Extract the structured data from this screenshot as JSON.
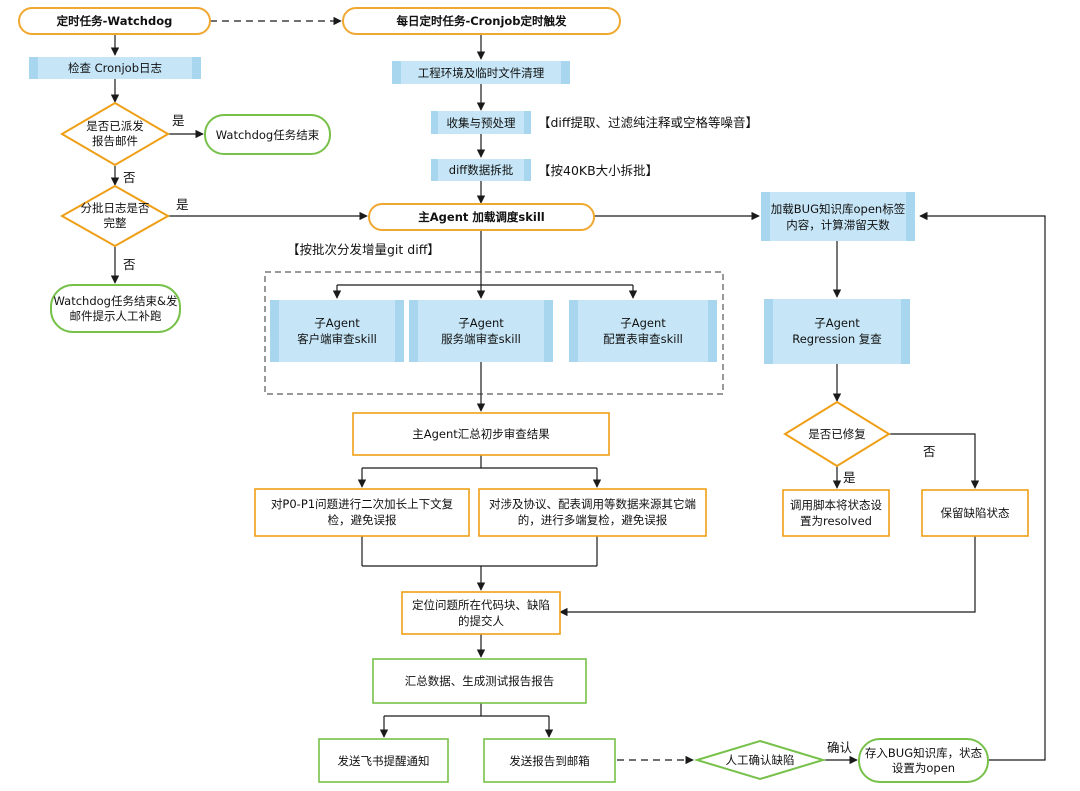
{
  "nodes": {
    "watchdog_start": "定时任务-Watchdog",
    "cron_start": "每日定时任务-Cronjob定时触发",
    "check_log": "检查 Cronjob日志",
    "sent_report_q": [
      "是否已派发",
      "报告邮件"
    ],
    "watchdog_end": "Watchdog任务结束",
    "log_complete_q": [
      "分批日志是否",
      "完整"
    ],
    "watchdog_end_notify": [
      "Watchdog任务结束&发",
      "邮件提示人工补跑"
    ],
    "env_cleanup": "工程环境及临时文件清理",
    "collect_preprocess": "收集与预处理",
    "diff_split": "diff数据拆批",
    "main_agent_load": "主Agent 加载调度skill",
    "load_bug_kb": [
      "加载BUG知识库open标签",
      "内容，计算滞留天数"
    ],
    "sub_agent_client": [
      "子Agent",
      "客户端审查skill"
    ],
    "sub_agent_server": [
      "子Agent",
      "服务端审查skill"
    ],
    "sub_agent_config": [
      "子Agent",
      "配置表审查skill"
    ],
    "regression": [
      "子Agent",
      "Regression 复查"
    ],
    "fixed_q": "是否已修复",
    "set_resolved": [
      "调用脚本将状态设",
      "置为resolved"
    ],
    "keep_defect": "保留缺陷状态",
    "main_agent_summary": "主Agent汇总初步审查结果",
    "p0p1_recheck": [
      "对P0-P1问题进行二次加长上下文复",
      "检，避免误报"
    ],
    "multi_recheck": [
      "对涉及协议、配表调用等数据来源其它端",
      "的，进行多端复检，避免误报"
    ],
    "locate_issue": [
      "定位问题所在代码块、缺陷",
      "的提交人"
    ],
    "summarize_report": "汇总数据、生成测试报告报告",
    "send_feishu": "发送飞书提醒通知",
    "send_email": "发送报告到邮箱",
    "manual_confirm": "人工确认缺陷",
    "save_kb": [
      "存入BUG知识库，状态",
      "设置为open"
    ]
  },
  "annotations": {
    "collect_note": "【diff提取、过滤纯注释或空格等噪音】",
    "split_note": "【按40KB大小拆批】",
    "dispatch_note": "【按批次分发增量git diff】"
  },
  "edge_labels": {
    "yes": "是",
    "no": "否",
    "confirm": "确认"
  },
  "colors": {
    "terminal_border": "#f0a830",
    "process_fill": "#c6e6f7",
    "process_stripe": "#a8d6ef",
    "orange_border": "#ee9f16",
    "green_border": "#77c14a",
    "line": "#1a1a1a"
  }
}
